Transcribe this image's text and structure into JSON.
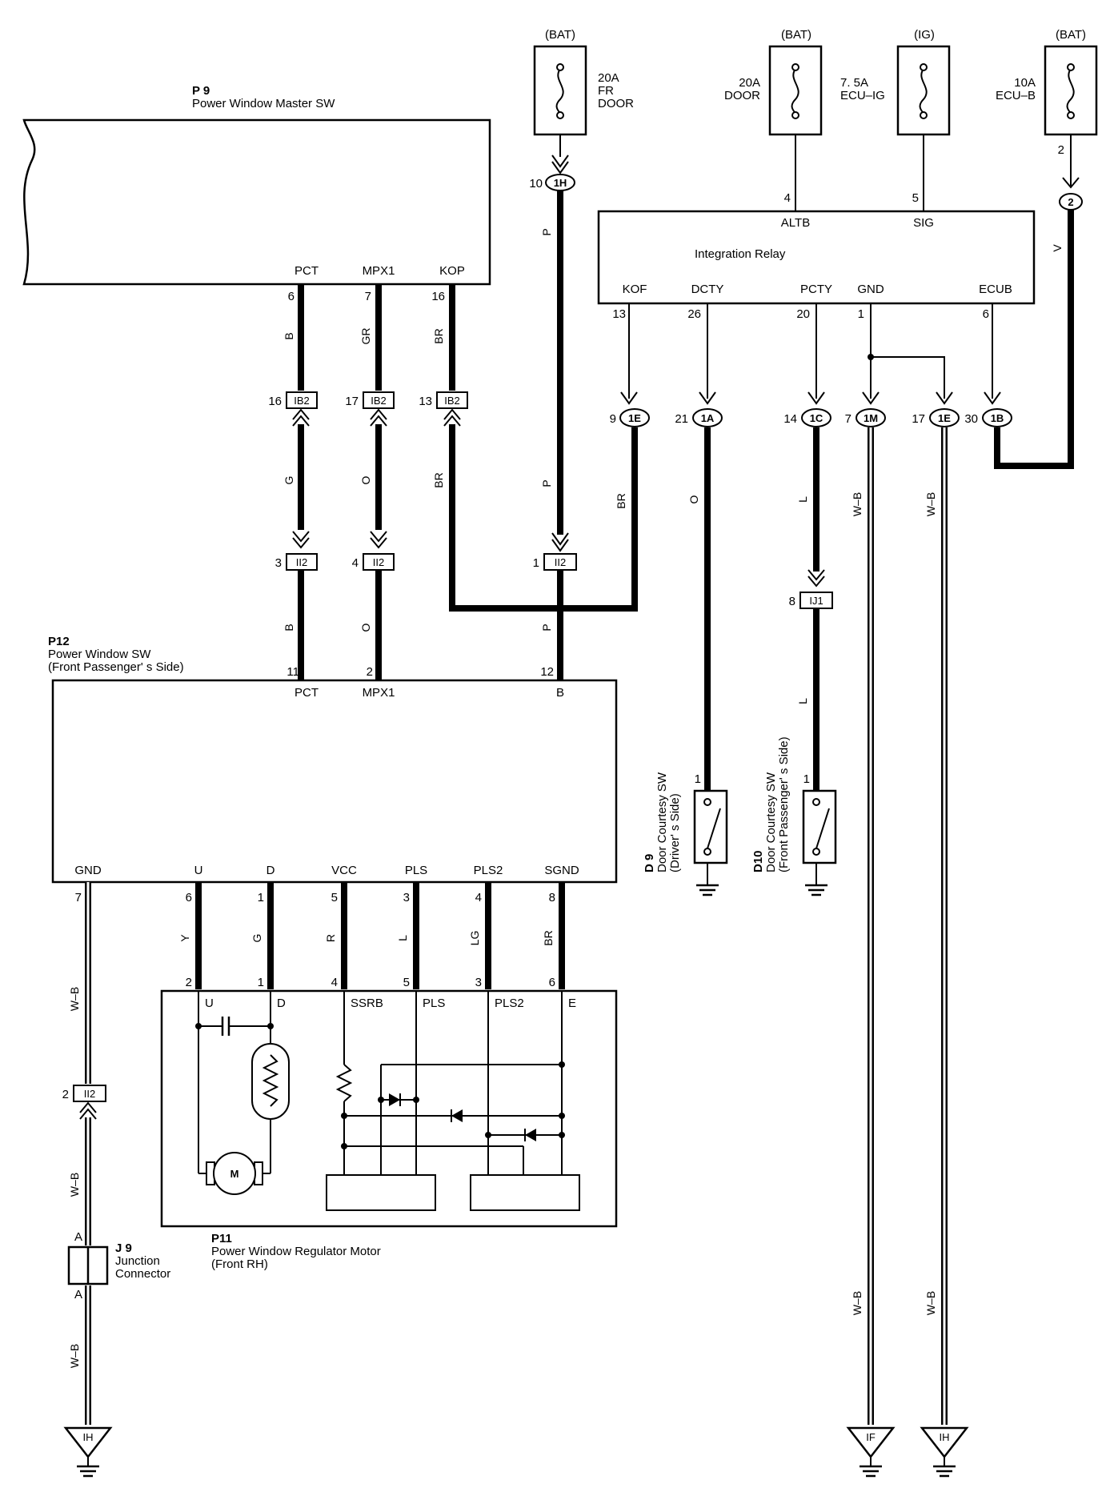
{
  "fuses": [
    {
      "source": "(BAT)",
      "rating": "20A",
      "line2": "FR",
      "line3": "DOOR"
    },
    {
      "source": "(BAT)",
      "rating": "20A",
      "line2": "DOOR",
      "line3": ""
    },
    {
      "source": "(IG)",
      "rating": "7. 5A",
      "line2": "ECU–IG",
      "line3": ""
    },
    {
      "source": "(BAT)",
      "rating": "10A",
      "line2": "ECU–B",
      "line3": ""
    }
  ],
  "p9": {
    "code": "P 9",
    "name": "Power Window Master SW",
    "pins": [
      {
        "name": "PCT",
        "num": "6"
      },
      {
        "name": "MPX1",
        "num": "7"
      },
      {
        "name": "KOP",
        "num": "16"
      }
    ]
  },
  "relay": {
    "name": "Integration Relay",
    "top_pins": [
      {
        "name": "ALTB",
        "num": "4"
      },
      {
        "name": "SIG",
        "num": "5"
      }
    ],
    "bottom_pins": [
      {
        "name": "KOF",
        "num": "13"
      },
      {
        "name": "DCTY",
        "num": "26"
      },
      {
        "name": "PCTY",
        "num": "20"
      },
      {
        "name": "GND",
        "num": "1"
      },
      {
        "name": "ECUB",
        "num": "6"
      }
    ],
    "fuse4_pin": "2"
  },
  "p12": {
    "code": "P12",
    "name": "Power Window SW",
    "sub": "(Front Passenger' s Side)",
    "top_pins": [
      {
        "name": "PCT",
        "num": "11"
      },
      {
        "name": "MPX1",
        "num": "2"
      },
      {
        "name": "B",
        "num": "12"
      }
    ],
    "bottom_pins": [
      {
        "name": "GND",
        "num": "7"
      },
      {
        "name": "U",
        "num": "6"
      },
      {
        "name": "D",
        "num": "1"
      },
      {
        "name": "VCC",
        "num": "5"
      },
      {
        "name": "PLS",
        "num": "3"
      },
      {
        "name": "PLS2",
        "num": "4"
      },
      {
        "name": "SGND",
        "num": "8"
      }
    ]
  },
  "p11": {
    "code": "P11",
    "name": "Power Window Regulator Motor",
    "sub": "(Front RH)",
    "pins": [
      {
        "name": "U",
        "num": "2"
      },
      {
        "name": "D",
        "num": "1"
      },
      {
        "name": "SSRB",
        "num": "4"
      },
      {
        "name": "PLS",
        "num": "5"
      },
      {
        "name": "PLS2",
        "num": "3"
      },
      {
        "name": "E",
        "num": "6"
      }
    ],
    "motor": "M"
  },
  "d9": {
    "code": "D 9",
    "name": "Door Courtesy SW",
    "sub": "(Driver' s Side)",
    "pin": "1"
  },
  "d10": {
    "code": "D10",
    "name": "Door Courtesy SW",
    "sub": "(Front Passenger' s Side)",
    "pin": "1"
  },
  "j9": {
    "code": "J 9",
    "name": "Junction",
    "name2": "Connector",
    "pin_top": "A",
    "pin_bottom": "A"
  },
  "connectors": {
    "c1h": {
      "id": "1H",
      "pin": "10"
    },
    "c2": {
      "id": "2"
    },
    "ib2a": {
      "id": "IB2",
      "pin": "16"
    },
    "ib2b": {
      "id": "IB2",
      "pin": "17"
    },
    "ib2c": {
      "id": "IB2",
      "pin": "13"
    },
    "c1e9": {
      "id": "1E",
      "pin": "9"
    },
    "c1a": {
      "id": "1A",
      "pin": "21"
    },
    "c1c": {
      "id": "1C",
      "pin": "14"
    },
    "c1m": {
      "id": "1M",
      "pin": "7"
    },
    "c1e17": {
      "id": "1E",
      "pin": "17"
    },
    "c1b": {
      "id": "1B",
      "pin": "30"
    },
    "ii2a": {
      "id": "II2",
      "pin": "3"
    },
    "ii2b": {
      "id": "II2",
      "pin": "4"
    },
    "ii2c": {
      "id": "II2",
      "pin": "1"
    },
    "ij1": {
      "id": "IJ1",
      "pin": "8"
    },
    "ii2d": {
      "id": "II2",
      "pin": "2"
    }
  },
  "wires": {
    "B": "B",
    "GR": "GR",
    "BR": "BR",
    "P": "P",
    "G": "G",
    "O": "O",
    "L": "L",
    "WB": "W–B",
    "V": "V",
    "Y": "Y",
    "R": "R",
    "LG": "LG"
  },
  "grounds": {
    "g1": "IH",
    "g2": "IF",
    "g3": "IH"
  }
}
